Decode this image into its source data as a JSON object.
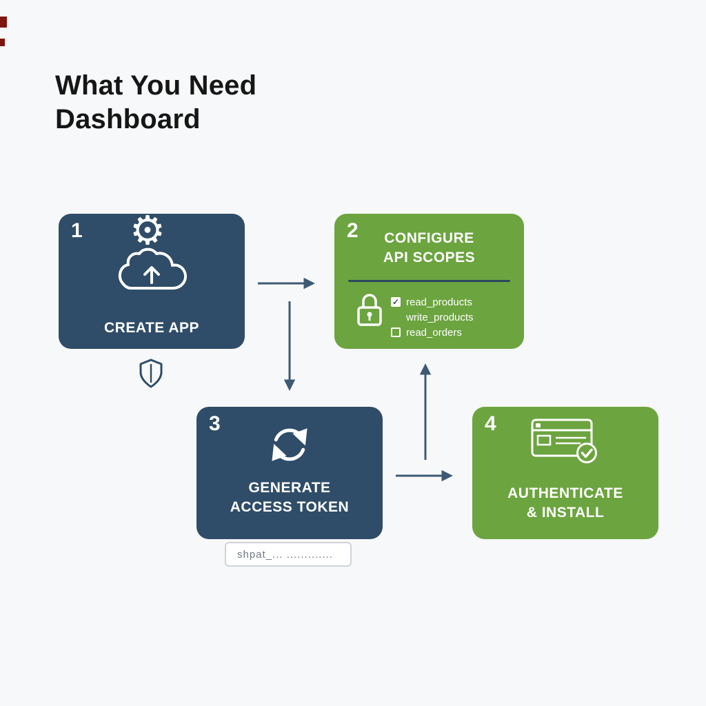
{
  "header": {
    "line1": "What You Need",
    "line2": "Dashboard"
  },
  "colors": {
    "navy": "#2f4d68",
    "green": "#6ca43f",
    "arrow": "#3d5a75",
    "background": "#f7f8f9"
  },
  "steps": [
    {
      "number": "1",
      "label": "CREATE APP",
      "icon": "cloud-upload-gear-icon"
    },
    {
      "number": "2",
      "title_line1": "CONFIGURE",
      "title_line2": "API SCOPES",
      "icon": "lock-icon",
      "scopes": [
        {
          "name": "read_products",
          "state": "checked"
        },
        {
          "name": "write_products",
          "state": "none"
        },
        {
          "name": "read_orders",
          "state": "unchecked"
        }
      ]
    },
    {
      "number": "3",
      "label_line1": "GENERATE",
      "label_line2": "ACCESS TOKEN",
      "icon": "sync-icon"
    },
    {
      "number": "4",
      "label_line1": "AUTHENTICATE",
      "label_line2": "& INSTALL",
      "icon": "browser-check-icon"
    }
  ],
  "token": {
    "value": "shpat_... ............."
  },
  "decorations": {
    "shield": "shield-icon"
  }
}
